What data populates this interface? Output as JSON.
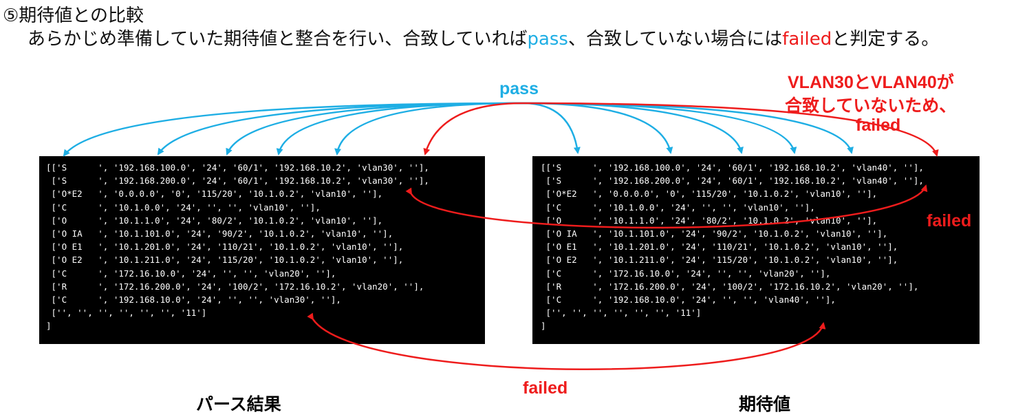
{
  "heading": "⑤期待値との比較",
  "description": {
    "part1": "あらかじめ準備していた期待値と整合を行い、合致していれば",
    "pass_term": "pass",
    "part2": "、合致していない場合には",
    "failed_term": "failed",
    "part3": "と判定する。"
  },
  "colors": {
    "pass": "#1EAEE4",
    "failed": "#EE1C1C",
    "panel_bg": "#000000",
    "panel_text": "#FFFFFF"
  },
  "left_panel": {
    "caption": "パース結果",
    "lines": [
      "[['S      ', '192.168.100.0', '24', '60/1', '192.168.10.2', 'vlan30', ''],",
      " ['S      ', '192.168.200.0', '24', '60/1', '192.168.10.2', 'vlan30', ''],",
      " ['O*E2   ', '0.0.0.0', '0', '115/20', '10.1.0.2', 'vlan10', ''],",
      " ['C      ', '10.1.0.0', '24', '', '', 'vlan10', ''],",
      " ['O      ', '10.1.1.0', '24', '80/2', '10.1.0.2', 'vlan10', ''],",
      " ['O IA   ', '10.1.101.0', '24', '90/2', '10.1.0.2', 'vlan10', ''],",
      " ['O E1   ', '10.1.201.0', '24', '110/21', '10.1.0.2', 'vlan10', ''],",
      " ['O E2   ', '10.1.211.0', '24', '115/20', '10.1.0.2', 'vlan10', ''],",
      " ['C      ', '172.16.10.0', '24', '', '', 'vlan20', ''],",
      " ['R      ', '172.16.200.0', '24', '100/2', '172.16.10.2', 'vlan20', ''],",
      " ['C      ', '192.168.10.0', '24', '', '', 'vlan30', ''],",
      " ['', '', '', '', '', '', '11']",
      "]"
    ]
  },
  "right_panel": {
    "caption": "期待値",
    "lines": [
      "[['S      ', '192.168.100.0', '24', '60/1', '192.168.10.2', 'vlan40', ''],",
      " ['S      ', '192.168.200.0', '24', '60/1', '192.168.10.2', 'vlan40', ''],",
      " ['O*E2   ', '0.0.0.0', '0', '115/20', '10.1.0.2', 'vlan10', ''],",
      " ['C      ', '10.1.0.0', '24', '', '', 'vlan10', ''],",
      " ['O      ', '10.1.1.0', '24', '80/2', '10.1.0.2', 'vlan10', ''],",
      " ['O IA   ', '10.1.101.0', '24', '90/2', '10.1.0.2', 'vlan10', ''],",
      " ['O E1   ', '10.1.201.0', '24', '110/21', '10.1.0.2', 'vlan10', ''],",
      " ['O E2   ', '10.1.211.0', '24', '115/20', '10.1.0.2', 'vlan10', ''],",
      " ['C      ', '172.16.10.0', '24', '', '', 'vlan20', ''],",
      " ['R      ', '172.16.200.0', '24', '100/2', '172.16.10.2', 'vlan20', ''],",
      " ['C      ', '192.168.10.0', '24', '', '', 'vlan40', ''],",
      " ['', '', '', '', '', '', '11']",
      "]"
    ]
  },
  "annotations": {
    "pass_label": "pass",
    "vlan_note_line1": "VLAN30とVLAN40が",
    "vlan_note_line2": "合致していないため、",
    "vlan_note_line3": "failed",
    "failed_middle": "failed",
    "failed_bottom": "failed"
  }
}
